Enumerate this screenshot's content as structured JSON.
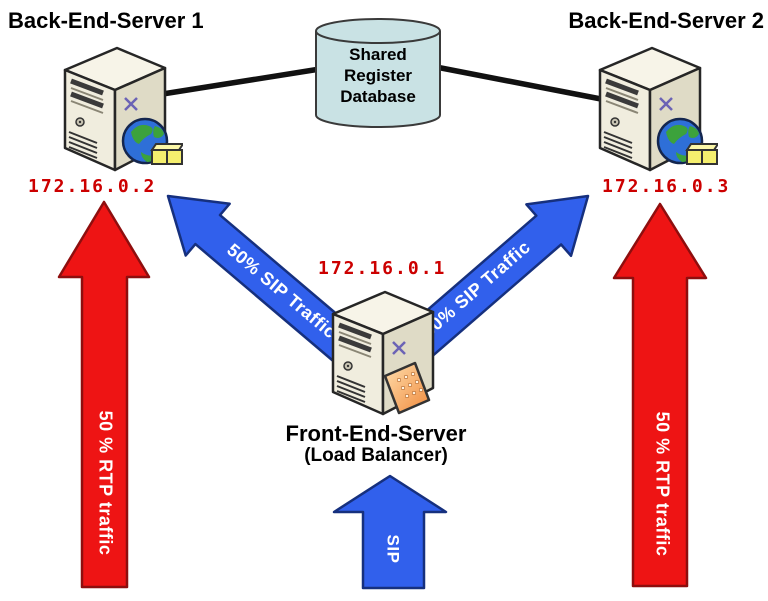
{
  "colors": {
    "arrow_red": "#EE1414",
    "arrow_blue": "#3160EC",
    "db_fill": "#C9E2E4",
    "ip_red": "#CC0000",
    "line_black": "#111111"
  },
  "nodes": {
    "back_end_server_1": {
      "title": "Back-End-Server 1",
      "ip": "172.16.0.2"
    },
    "back_end_server_2": {
      "title": "Back-End-Server 2",
      "ip": "172.16.0.3"
    },
    "front_end_server": {
      "title": "Front-End-Server",
      "subtitle": "(Load Balancer)",
      "ip": "172.16.0.1"
    },
    "database": {
      "label": "Shared\nRegister\nDatabase"
    }
  },
  "arrows": {
    "rtp_left": {
      "label": "50 % RTP traffic"
    },
    "rtp_right": {
      "label": "50 % RTP traffic"
    },
    "sip_to_bes1": {
      "label": "50% SIP Traffic"
    },
    "sip_to_bes2": {
      "label": "50% SIP Traffic"
    },
    "sip_in": {
      "label": "SIP"
    }
  }
}
